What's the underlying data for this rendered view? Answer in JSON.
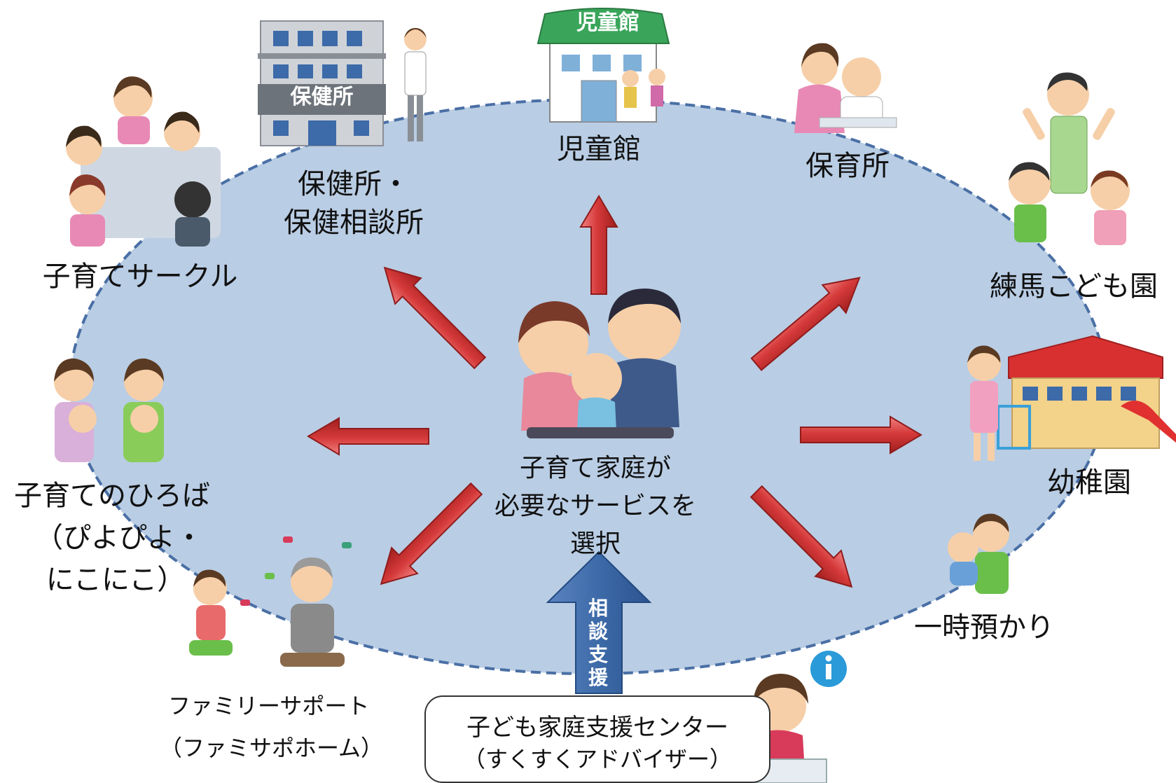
{
  "center": {
    "line1": "子育て家庭が",
    "line2": "必要なサービスを",
    "line3": "選択"
  },
  "consultation_arrow": {
    "chars": [
      "相",
      "談",
      "支",
      "援"
    ]
  },
  "support_center": {
    "line1": "子ども家庭支援センター",
    "line2": "（すくすくアドバイザー）"
  },
  "services": {
    "jidokan": "児童館",
    "jidokan_sign": "児童館",
    "hokenjo_sign": "保健所",
    "hokenjo_line1": "保健所・",
    "hokenjo_line2": "保健相談所",
    "hoikusho": "保育所",
    "circle": "子育てサークル",
    "nerima": "練馬こども園",
    "yochien": "幼稚園",
    "hiroba_line1": "子育てのひろば",
    "hiroba_line2": "（ぴよぴよ・",
    "hiroba_line3": "にこにこ）",
    "ichiji": "一時預かり",
    "family_line1": "ファミリーサポート",
    "family_line2": "（ファミサポホーム）"
  },
  "colors": {
    "ellipse_fill": "#b9cde4",
    "ellipse_stroke": "#4a6fa5",
    "arrow_red": "#d63a3a",
    "arrow_blue": "#3d6aa8",
    "skin": "#f6cfa8",
    "hair": "#5a3a22"
  }
}
